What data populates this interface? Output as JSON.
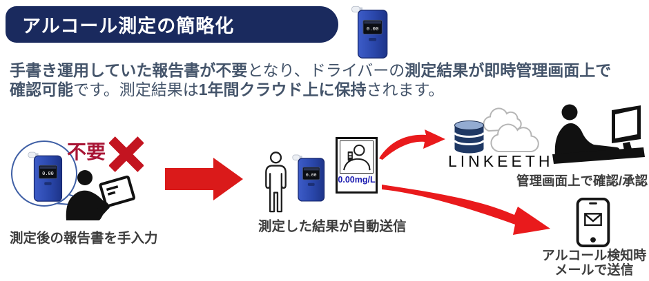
{
  "header": {
    "title": "アルコール測定の簡略化"
  },
  "intro": {
    "line1": [
      {
        "text": "手書き運用していた報告書が不要",
        "bold": true
      },
      {
        "text": "となり、ドライバーの",
        "bold": false
      },
      {
        "text": "測定結果が即時管理画面上で",
        "bold": true
      }
    ],
    "line2": [
      {
        "text": "確認可能",
        "bold": true
      },
      {
        "text": "です。測定結果は",
        "bold": false
      },
      {
        "text": "1年間クラウド上に保持",
        "bold": true
      },
      {
        "text": "されます。",
        "bold": false
      }
    ]
  },
  "device": {
    "screen_value": "0.00"
  },
  "steps": {
    "manual": {
      "status_label": "不要",
      "caption": "測定後の報告書を手入力"
    },
    "auto": {
      "caption": "測定した結果が自動送信",
      "photo_reading": "0.00mg/L"
    },
    "cloud": {
      "brand": "LINKEETH",
      "caption": "管理画面上で確認/承認"
    },
    "mail": {
      "caption_line1": "アルコール検知時",
      "caption_line2": "メールで送信"
    }
  },
  "colors": {
    "banner_navy": "#1a2a5e",
    "text_slate": "#44546a",
    "dark_red": "#a81535",
    "cross_red": "#c31420",
    "arrow_red": "#da1a1a",
    "curve_red": "#e91a1c",
    "db_navy": "#1f3864",
    "db_top": "#93abd1",
    "photo_blue": "#1a1ab0",
    "caption_gray": "#3c3c3c"
  }
}
